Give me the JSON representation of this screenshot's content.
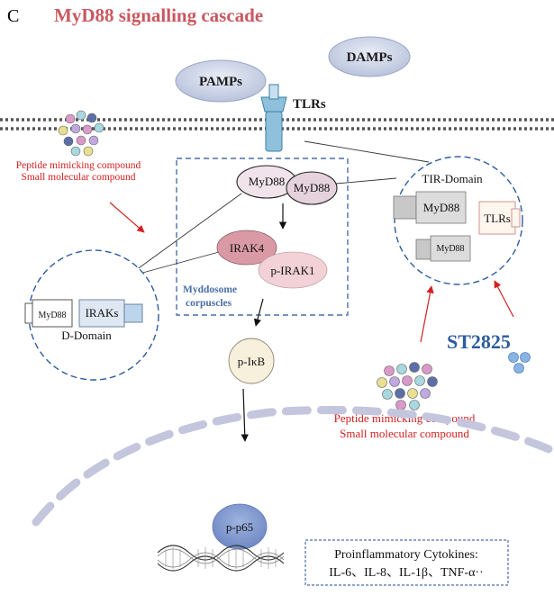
{
  "panel_letter": "C",
  "title": "MyD88 signalling cascade",
  "receptors": {
    "pamps": "PAMPs",
    "damps": "DAMPs",
    "tlrs": "TLRs"
  },
  "compounds_left": {
    "line1": "Peptide mimicking compound",
    "line2": "Small molecular compound"
  },
  "compounds_bottom": {
    "line1": "Peptide mimicking compound",
    "line2": "Small molecular compound"
  },
  "myddosome": {
    "myd88_a": "MyD88",
    "myd88_b": "MyD88",
    "irak4": "IRAK4",
    "p_irak1": "p-IRAK1",
    "label_line1": "Myddosome",
    "label_line2": "corpuscles"
  },
  "d_domain": {
    "title": "D-Domain",
    "myd88": "MyD88",
    "iraks": "IRAKs"
  },
  "tir_domain": {
    "title": "TIR-Domain",
    "myd88_top": "MyD88",
    "myd88_bottom": "MyD88",
    "tlrs": "TLRs"
  },
  "inhibitor": "ST2825",
  "p_ikb": "p-IκB",
  "p_p65": "p-p65",
  "cytokines": {
    "line1": "Proinflammatory Cytokines:",
    "line2": "IL-6、IL-8、IL-1β、TNF-α··"
  },
  "colors": {
    "title": "#c9585f",
    "compound_text": "#d32020",
    "myddosome_label": "#4a6fa8",
    "st2825": "#2d5b9e",
    "p_p65": "#7e98cf",
    "irak4": "#d99aa5",
    "p_irak1": "#f2d2d6"
  }
}
